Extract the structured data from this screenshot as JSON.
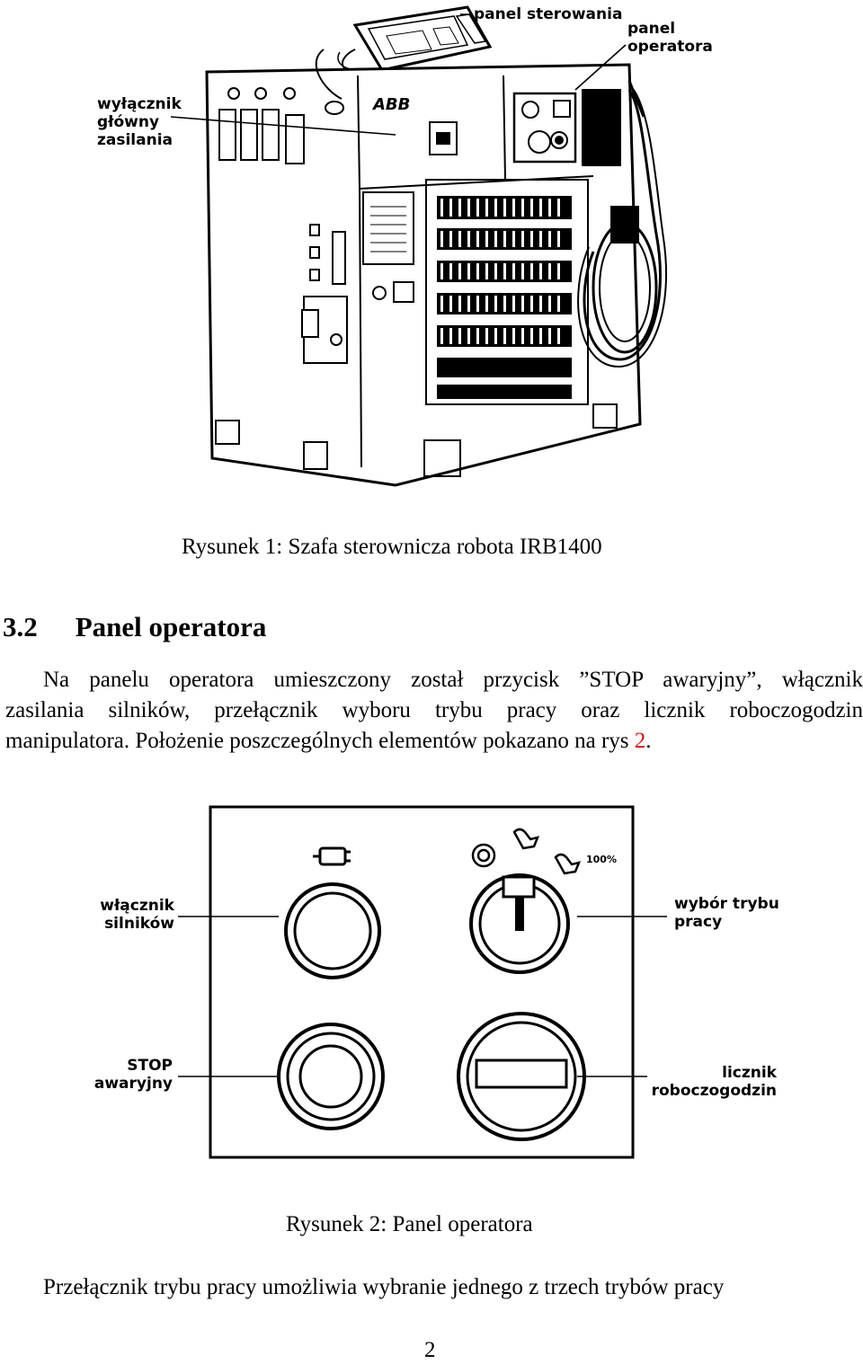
{
  "figure1": {
    "labels": {
      "control_panel": "panel sterowania",
      "operator_panel": [
        "panel",
        "operatora"
      ],
      "main_switch": [
        "wyłącznik",
        "główny",
        "zasilania"
      ]
    },
    "brand": "ABB",
    "caption": "Rysunek 1: Szafa sterownicza robota IRB1400"
  },
  "section": {
    "number": "3.2",
    "title": "Panel operatora"
  },
  "paragraph1": {
    "lines": [
      "Na panelu operatora umieszczony został przycisk ”STOP awaryjny”, włącznik",
      "zasilania silników, przełącznik wyboru trybu pracy oraz licznik roboczogodzin"
    ],
    "last_line_prefix": "manipulatora. Położenie poszczególnych elementów pokazano na rys ",
    "xref": "2",
    "last_line_suffix": "."
  },
  "figure2": {
    "labels": {
      "motor_switch": [
        "włącznik",
        "silników"
      ],
      "mode_select": [
        "wybór trybu",
        "pracy"
      ],
      "emergency_stop": [
        "STOP",
        "awaryjny"
      ],
      "hour_counter": [
        "licznik",
        "roboczogodzin"
      ],
      "percent": "100%"
    },
    "caption": "Rysunek 2: Panel operatora"
  },
  "paragraph2": {
    "text": "Przełącznik trybu pracy umożliwia wybranie jednego z trzech trybów pracy"
  },
  "page_number": "2"
}
